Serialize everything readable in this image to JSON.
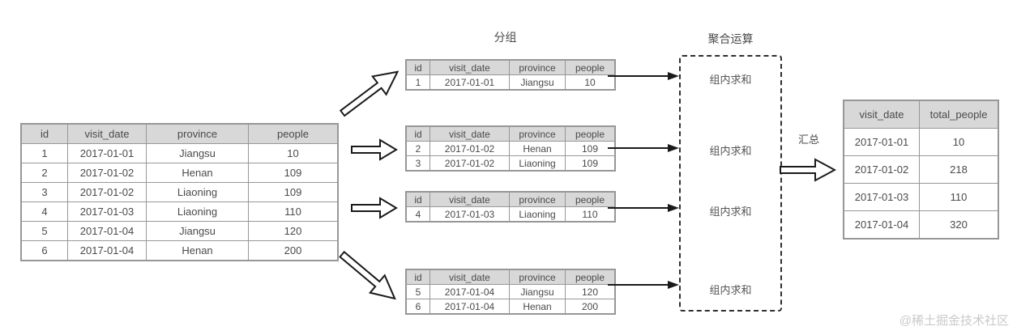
{
  "labels": {
    "group": "分组",
    "aggregate": "聚合运算",
    "summarize": "汇总"
  },
  "source_table": {
    "columns": [
      "id",
      "visit_date",
      "province",
      "people"
    ],
    "rows": [
      [
        "1",
        "2017-01-01",
        "Jiangsu",
        "10"
      ],
      [
        "2",
        "2017-01-02",
        "Henan",
        "109"
      ],
      [
        "3",
        "2017-01-02",
        "Liaoning",
        "109"
      ],
      [
        "4",
        "2017-01-03",
        "Liaoning",
        "110"
      ],
      [
        "5",
        "2017-01-04",
        "Jiangsu",
        "120"
      ],
      [
        "6",
        "2017-01-04",
        "Henan",
        "200"
      ]
    ]
  },
  "group_tables": [
    {
      "columns": [
        "id",
        "visit_date",
        "province",
        "people"
      ],
      "rows": [
        [
          "1",
          "2017-01-01",
          "Jiangsu",
          "10"
        ]
      ]
    },
    {
      "columns": [
        "id",
        "visit_date",
        "province",
        "people"
      ],
      "rows": [
        [
          "2",
          "2017-01-02",
          "Henan",
          "109"
        ],
        [
          "3",
          "2017-01-02",
          "Liaoning",
          "109"
        ]
      ]
    },
    {
      "columns": [
        "id",
        "visit_date",
        "province",
        "people"
      ],
      "rows": [
        [
          "4",
          "2017-01-03",
          "Liaoning",
          "110"
        ]
      ]
    },
    {
      "columns": [
        "id",
        "visit_date",
        "province",
        "people"
      ],
      "rows": [
        [
          "5",
          "2017-01-04",
          "Jiangsu",
          "120"
        ],
        [
          "6",
          "2017-01-04",
          "Henan",
          "200"
        ]
      ]
    }
  ],
  "aggregate_box": {
    "items": [
      "组内求和",
      "组内求和",
      "组内求和",
      "组内求和"
    ]
  },
  "result_table": {
    "columns": [
      "visit_date",
      "total_people"
    ],
    "rows": [
      [
        "2017-01-01",
        "10"
      ],
      [
        "2017-01-02",
        "218"
      ],
      [
        "2017-01-03",
        "110"
      ],
      [
        "2017-01-04",
        "320"
      ]
    ]
  },
  "watermark": "@稀土掘金技术社区",
  "colors": {
    "header_bg": "#d8d8d8",
    "table_border": "#979797",
    "text": "#4a4a4a",
    "arrow": "#1a1a1a",
    "watermark": "#c9c9c9"
  }
}
